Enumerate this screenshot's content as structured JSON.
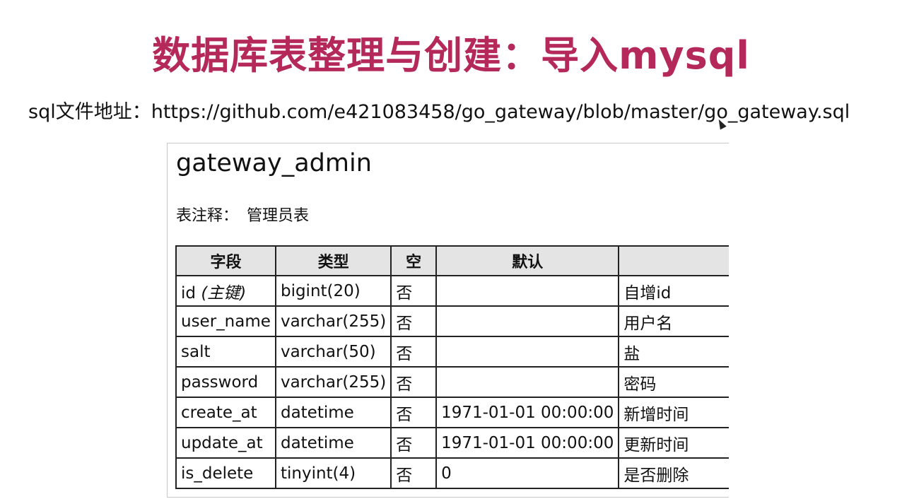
{
  "slide": {
    "title": "数据库表整理与创建：导入mysql",
    "sql_address": "sql文件地址：https://github.com/e421083458/go_gateway/blob/master/go_gateway.sql"
  },
  "table": {
    "name": "gateway_admin",
    "comment_label": "表注释：",
    "comment_value": "管理员表",
    "columns": [
      "字段",
      "类型",
      "空",
      "默认",
      ""
    ],
    "rows": [
      {
        "field": "id",
        "field_note": "(主键)",
        "type": "bigint(20)",
        "nullable": "否",
        "default": "",
        "comment": "自增id"
      },
      {
        "field": "user_name",
        "type": "varchar(255)",
        "nullable": "否",
        "default": "",
        "comment": "用户名"
      },
      {
        "field": "salt",
        "type": "varchar(50)",
        "nullable": "否",
        "default": "",
        "comment": "盐"
      },
      {
        "field": "password",
        "type": "varchar(255)",
        "nullable": "否",
        "default": "",
        "comment": "密码"
      },
      {
        "field": "create_at",
        "type": "datetime",
        "nullable": "否",
        "default": "1971-01-01 00:00:00",
        "comment": "新增时间"
      },
      {
        "field": "update_at",
        "type": "datetime",
        "nullable": "否",
        "default": "1971-01-01 00:00:00",
        "comment": "更新时间"
      },
      {
        "field": "is_delete",
        "type": "tinyint(4)",
        "nullable": "否",
        "default": "0",
        "comment": "是否删除"
      }
    ]
  },
  "colors": {
    "title": "#b5295a",
    "header_bg": "#e4e4e4"
  },
  "icons": {
    "cursor": "mouse-pointer-icon"
  }
}
